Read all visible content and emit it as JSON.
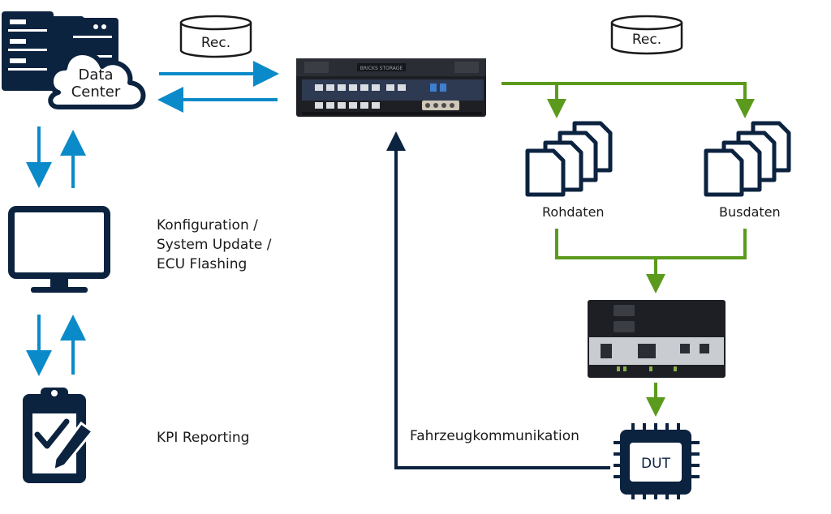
{
  "datacenter": {
    "line1": "Data",
    "line2": "Center"
  },
  "rec_left": "Rec.",
  "rec_right": "Rec.",
  "config_text": {
    "line1": "Konfiguration /",
    "line2": "System Update /",
    "line3": "ECU Flashing"
  },
  "kpi_text": "KPI Reporting",
  "vehicle_comm_text": "Fahrzeugkommunikation",
  "rohdaten": "Rohdaten",
  "busdaten": "Busdaten",
  "dut_text": "DUT",
  "device_label": "BRICKS STORAGE",
  "colors": {
    "navy": "#0c2340",
    "blue": "#0a8ac9",
    "green": "#5b9a1d",
    "device": "#1d1f24"
  }
}
